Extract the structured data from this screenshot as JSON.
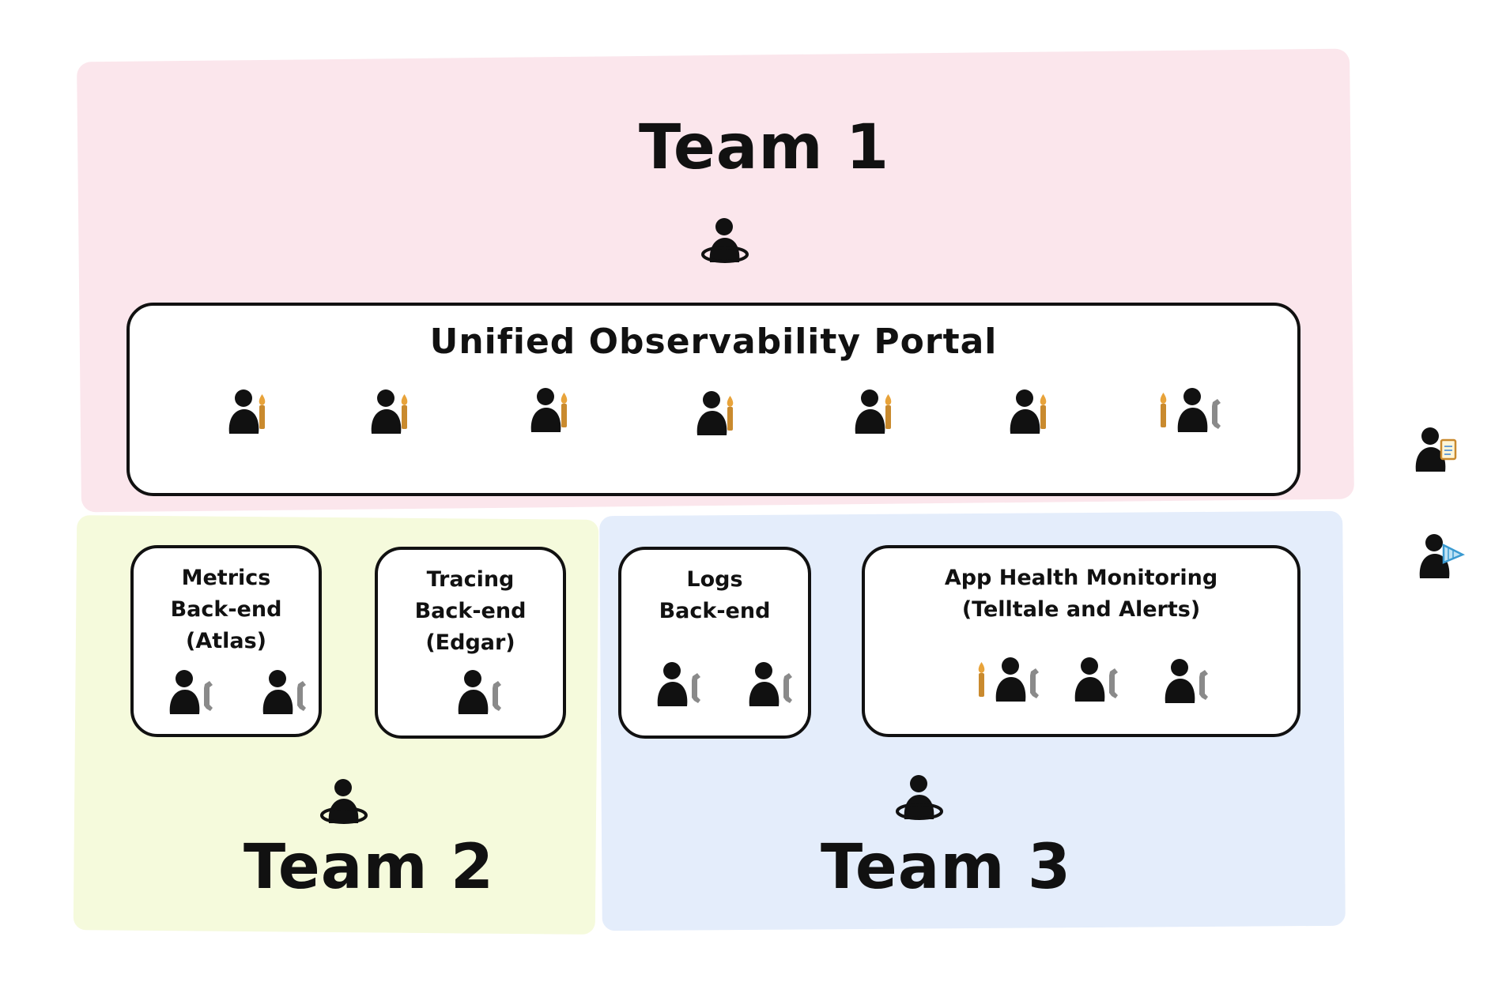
{
  "teams": [
    {
      "label": "Team 1"
    },
    {
      "label": "Team 2"
    },
    {
      "label": "Team 3"
    }
  ],
  "boxes": {
    "portal": {
      "title": "Unified Observability Portal"
    },
    "metrics": {
      "lines": [
        "Metrics",
        "Back-end",
        "(Atlas)"
      ]
    },
    "tracing": {
      "lines": [
        "Tracing",
        "Back-end",
        "(Edgar)"
      ]
    },
    "logs": {
      "lines": [
        "Logs",
        "Back-end"
      ]
    },
    "health": {
      "lines": [
        "App Health Monitoring",
        "(Telltale and Alerts)"
      ]
    }
  },
  "colors": {
    "team1_area": "#fbe6ec",
    "team2_area": "#f5fadc",
    "team3_area": "#e4edfb",
    "brush_handle": "#c98a2e",
    "wrench": "#8a8a8a"
  },
  "icons": {
    "manager": "manager-icon",
    "front_end_engineer": "person-with-brush-icon",
    "back_end_engineer": "person-with-wrench-icon",
    "full_stack_engineer": "person-with-brush-and-wrench-icon",
    "product_manager": "person-with-clipboard-icon",
    "designer": "person-with-ruler-icon"
  }
}
